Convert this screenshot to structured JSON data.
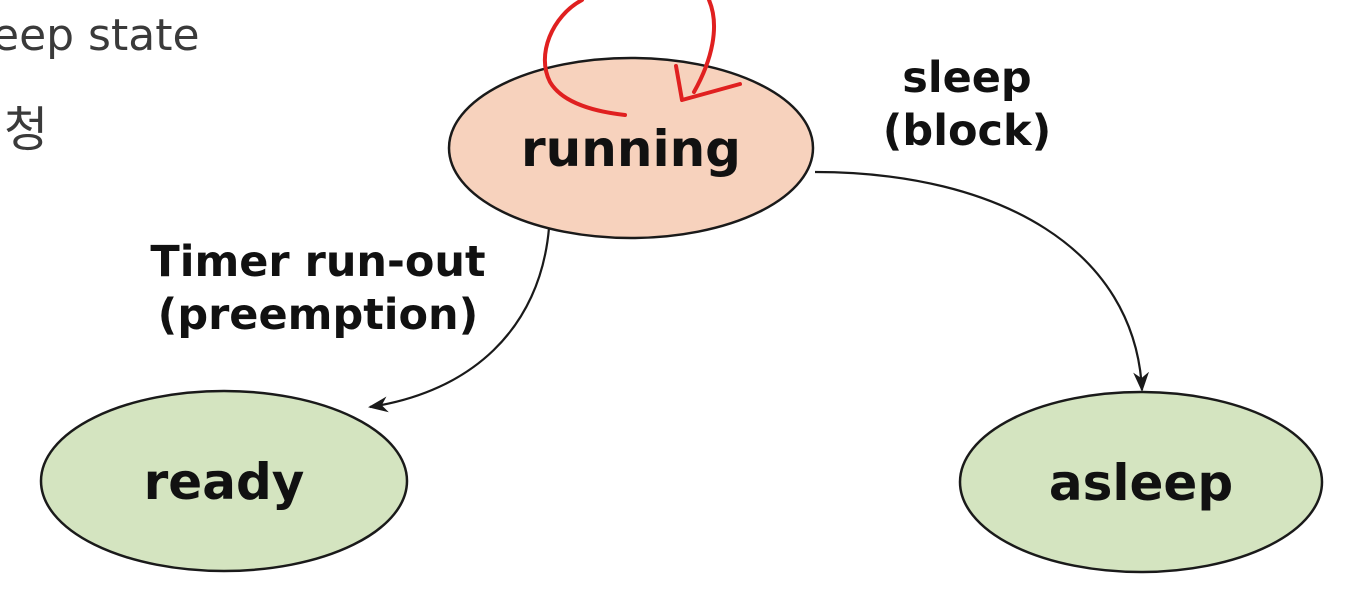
{
  "text": {
    "line1": "eep state",
    "line2": "청"
  },
  "states": {
    "running": "running",
    "ready": "ready",
    "asleep": "asleep"
  },
  "transitions": {
    "timer_line1": "Timer run-out",
    "timer_line2": "(preemption)",
    "sleep_line1": "sleep",
    "sleep_line2": "(block)"
  },
  "colors": {
    "running_fill": "#f7d2bd",
    "idle_fill": "#d4e4c0",
    "outline": "#1a1a1a",
    "annotation": "#e02020"
  }
}
